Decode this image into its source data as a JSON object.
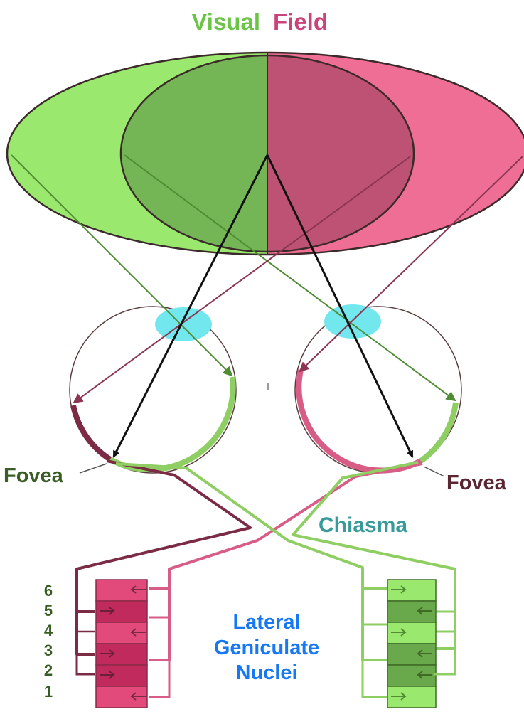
{
  "title": {
    "word1": "Visual",
    "word2": "Field"
  },
  "labels": {
    "fovea_left": "Fovea",
    "fovea_right": "Fovea",
    "chiasma": "Chiasma",
    "lgn_line1": "Lateral",
    "lgn_line2": "Geniculate",
    "lgn_line3": "Nuclei",
    "center_mark": "I"
  },
  "layers": [
    "6",
    "5",
    "4",
    "3",
    "2",
    "1"
  ],
  "colors": {
    "left_field_green": "#9be86f",
    "right_field_pink": "#ee6e96",
    "overlap_green": "#74b656",
    "overlap_pink": "#be5274",
    "lens_cyan": "#72e8ee",
    "dark_maroon": "#7b2c44",
    "pink_path": "#d85d86",
    "green_path": "#8fce63",
    "title_green": "#6bc447",
    "title_pink": "#c9447a",
    "fovea_text": "#3b5e26",
    "fovea_text_right": "#5a2632",
    "chiasma_text": "#3a9a9a",
    "lgn_text": "#1877f2",
    "layer_number_text": "#375d22"
  }
}
